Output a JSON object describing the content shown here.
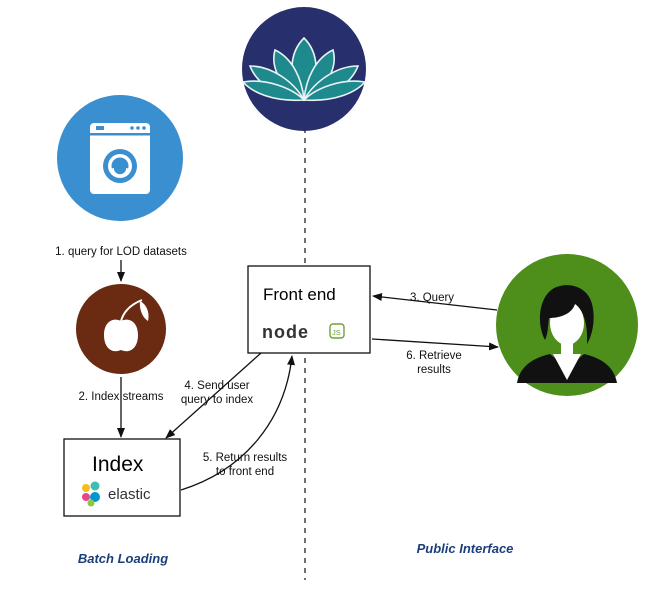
{
  "nodes": {
    "front_end": {
      "title": "Front end",
      "logo_text": "node",
      "badge_text": "JS"
    },
    "index": {
      "title": "Index",
      "logo_text": "elastic"
    }
  },
  "steps": {
    "step1": "1. query for LOD datasets",
    "step2": "2. Index streams",
    "step3": "3. Query",
    "step4_line1": "4. Send user",
    "step4_line2": "query to index",
    "step5_line1": "5. Return results",
    "step5_line2": "to front end",
    "step6_line1": "6. Retrieve",
    "step6_line2": "results"
  },
  "sections": {
    "left": "Batch Loading",
    "right": "Public Interface"
  },
  "icons": {
    "top": "lotus-icon",
    "dataset_source": "washing-machine-icon",
    "streams": "cherry-icon",
    "user": "person-icon"
  },
  "colors": {
    "lotus_bg": "#27306d",
    "lotus_petal": "#1f8a8d",
    "washer_bg": "#3a8fd0",
    "cherry_bg": "#6b2a12",
    "user_bg": "#4e8f1c",
    "section_text": "#1c3f7a"
  }
}
